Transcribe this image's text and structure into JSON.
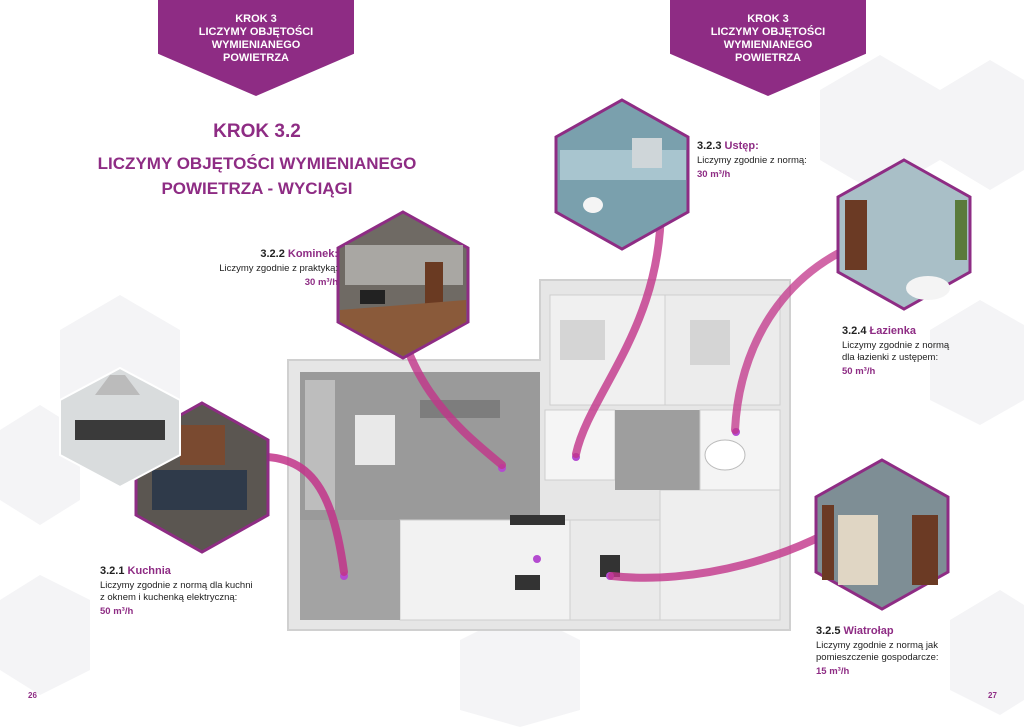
{
  "banner_left": {
    "step": "KROK 3",
    "line1": "LICZYMY OBJĘTOŚCI",
    "line2": "WYMIENIANEGO",
    "line3": "POWIETRZA"
  },
  "banner_right": {
    "step": "KROK 3",
    "line1": "LICZYMY OBJĘTOŚCI",
    "line2": "WYMIENIANEGO",
    "line3": "POWIETRZA"
  },
  "title": {
    "step": "KROK 3.2",
    "line1": "LICZYMY OBJĘTOŚCI WYMIENIANEGO",
    "line2": "POWIETRZA - WYCIĄGI"
  },
  "rooms": {
    "kominek": {
      "num": "3.2.2",
      "name": "Kominek:",
      "desc1": "Liczymy zgodnie z praktyką:",
      "desc2": "",
      "desc3": "",
      "value": "30 m³/h"
    },
    "ustep": {
      "num": "3.2.3",
      "name": "Ustęp:",
      "desc1": "Liczymy zgodnie z normą:",
      "desc2": "",
      "desc3": "",
      "value": "30 m³/h"
    },
    "lazienka": {
      "num": "3.2.4",
      "name": "Łazienka",
      "desc1": "Liczymy zgodnie z normą",
      "desc2": "dla łazienki z ustępem:",
      "desc3": "",
      "value": "50 m³/h"
    },
    "kuchnia": {
      "num": "3.2.1",
      "name": "Kuchnia",
      "desc1": "Liczymy zgodnie z normą dla kuchni",
      "desc2": "z oknem i kuchenką elektryczną:",
      "desc3": "",
      "value": "50 m³/h"
    },
    "wiatrolap": {
      "num": "3.2.5",
      "name": "Wiatrołap",
      "desc1": "Liczymy zgodnie z normą jak",
      "desc2": "pomieszczenie gospodarcze:",
      "desc3": "",
      "value": "15 m³/h"
    }
  },
  "page_left": "26",
  "page_right": "27",
  "colors": {
    "accent": "#8e2c84",
    "arrow": "#c2348a"
  }
}
